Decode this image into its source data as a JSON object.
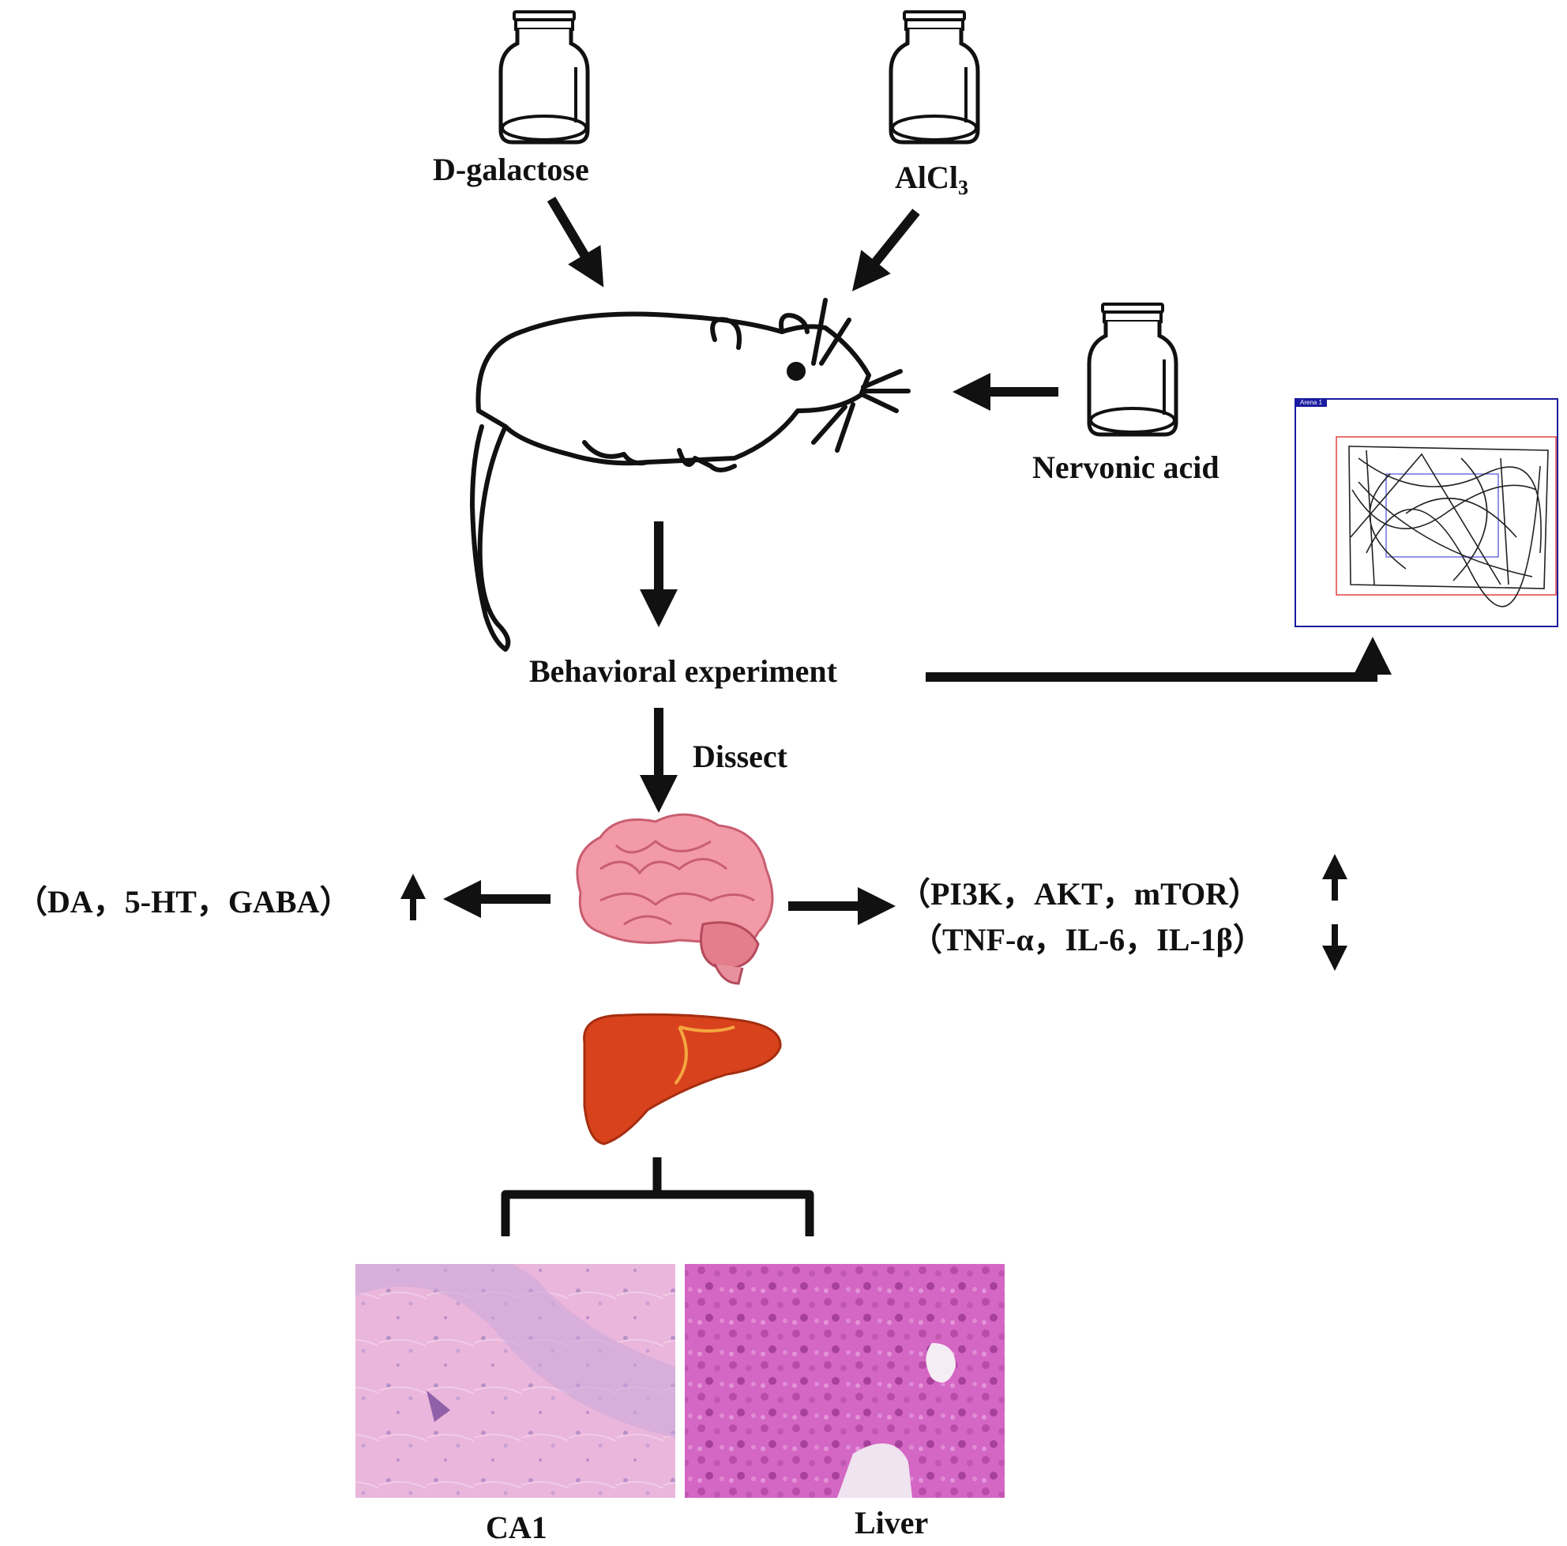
{
  "labels": {
    "d_galactose": "D-galactose",
    "alcl_main": "AlCl",
    "alcl_sub": "3",
    "nervonic_acid": "Nervonic acid",
    "behavioral_experiment": "Behavioral experiment",
    "dissect": "Dissect",
    "neurotransmitters": "（DA，5-HT，GABA）",
    "pathway_up": "（PI3K，AKT，mTOR）",
    "inflammation_down": "（TNF-α，IL-6，IL-1β）",
    "ca1": "CA1",
    "liver": "Liver"
  },
  "arena": {
    "tag": "Arena 1"
  },
  "icons": {
    "bottle": "medicine-bottle-icon",
    "rat": "rat-drawing",
    "brain": "brain-icon",
    "liver": "liver-icon",
    "up": "up-arrow-icon",
    "down": "down-arrow-icon"
  },
  "colors": {
    "arrow": "#111111",
    "arena_border": "#1a1aa0",
    "arena_zone": "#e04040",
    "arena_center": "#7070e0",
    "brain": "#f09aa6",
    "liver": "#d9441c",
    "stain_ca1": "#e8b9dc",
    "stain_liver": "#c85cb8"
  }
}
